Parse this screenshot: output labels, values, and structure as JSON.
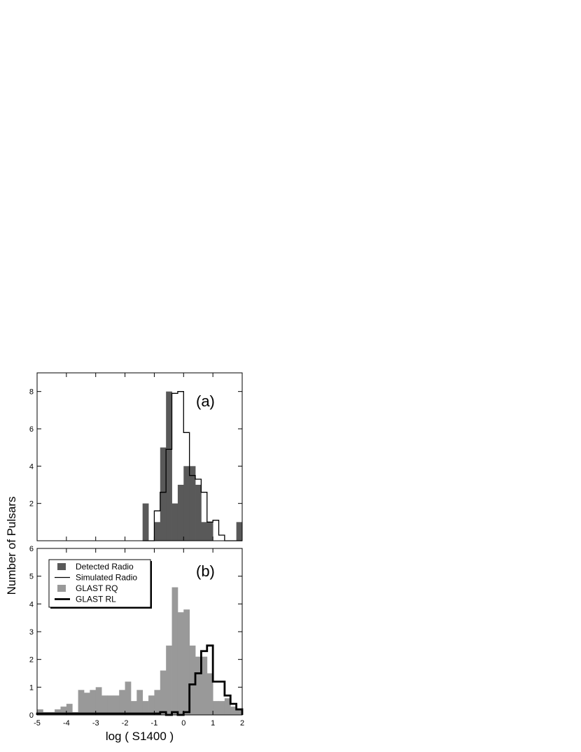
{
  "chart_data": [
    {
      "panel": "a",
      "type": "histogram",
      "panel_label": "(a)",
      "ylim": [
        0,
        9
      ],
      "xlim": [
        -5,
        2
      ],
      "yticks": [
        2,
        4,
        6,
        8
      ],
      "bin_edges": [
        -1.4,
        -1.2,
        -1.0,
        -0.8,
        -0.6,
        -0.4,
        -0.2,
        0.0,
        0.2,
        0.4,
        0.6,
        0.8,
        1.0,
        1.2,
        1.4,
        1.6,
        1.8,
        2.0
      ],
      "series": [
        {
          "name": "Detected Radio",
          "style": "filled",
          "color": "#595959",
          "values": [
            2,
            0,
            1,
            5,
            8,
            2,
            3,
            4,
            4,
            3,
            1,
            1,
            0,
            0,
            0,
            0,
            1
          ]
        },
        {
          "name": "Simulated Radio",
          "style": "step-thin",
          "color": "#000000",
          "values": [
            0,
            0,
            1.6,
            2.6,
            4.9,
            7.9,
            8.0,
            5.8,
            3.5,
            3.3,
            2.6,
            1.0,
            1.1,
            0.3,
            0.0,
            0.0,
            0.0
          ]
        }
      ]
    },
    {
      "panel": "b",
      "type": "histogram",
      "panel_label": "(b)",
      "ylim": [
        0,
        6
      ],
      "xlim": [
        -5,
        2
      ],
      "yticks": [
        0,
        1,
        2,
        3,
        4,
        5,
        6
      ],
      "xticks": [
        -5,
        -4,
        -3,
        -2,
        -1,
        0,
        1,
        2
      ],
      "xlabel": "log ( S1400 )",
      "ylabel": "Number of Pulsars",
      "bin_edges": [
        -5.0,
        -4.8,
        -4.6,
        -4.4,
        -4.2,
        -4.0,
        -3.8,
        -3.6,
        -3.4,
        -3.2,
        -3.0,
        -2.8,
        -2.6,
        -2.4,
        -2.2,
        -2.0,
        -1.8,
        -1.6,
        -1.4,
        -1.2,
        -1.0,
        -0.8,
        -0.6,
        -0.4,
        -0.2,
        0.0,
        0.2,
        0.4,
        0.6,
        0.8,
        1.0,
        1.2,
        1.4,
        1.6,
        1.8,
        2.0
      ],
      "series": [
        {
          "name": "GLAST RQ",
          "style": "filled",
          "color": "#999999",
          "values": [
            0.2,
            0.1,
            0.1,
            0.2,
            0.3,
            0.4,
            0.1,
            0.9,
            0.8,
            0.9,
            1.0,
            0.7,
            0.7,
            0.7,
            0.9,
            1.2,
            0.5,
            0.9,
            0.5,
            0.7,
            0.9,
            1.6,
            2.5,
            4.6,
            3.7,
            3.8,
            2.5,
            2.1,
            2.1,
            1.5,
            0.5,
            0.5,
            0.6,
            0.3,
            0.2
          ]
        },
        {
          "name": "GLAST RL",
          "style": "step-thick",
          "color": "#000000",
          "values": [
            0.05,
            0.05,
            0.05,
            0.05,
            0.05,
            0.05,
            0.05,
            0.05,
            0.05,
            0.05,
            0.05,
            0.05,
            0.05,
            0.05,
            0.05,
            0.05,
            0.05,
            0.05,
            0.05,
            0.05,
            0.05,
            0.1,
            0.0,
            0.1,
            0.0,
            0.1,
            1.1,
            1.5,
            2.3,
            2.5,
            1.2,
            1.2,
            0.7,
            0.4,
            0.2
          ]
        }
      ],
      "legend": {
        "placement": "upper-left",
        "entries": [
          {
            "label": "Detected Radio",
            "symbol": "patch",
            "color": "#595959"
          },
          {
            "label": "Simulated Radio",
            "symbol": "line-thin",
            "color": "#000000"
          },
          {
            "label": "GLAST RQ",
            "symbol": "patch",
            "color": "#999999"
          },
          {
            "label": "GLAST RL",
            "symbol": "line-thick",
            "color": "#000000"
          }
        ]
      }
    }
  ]
}
